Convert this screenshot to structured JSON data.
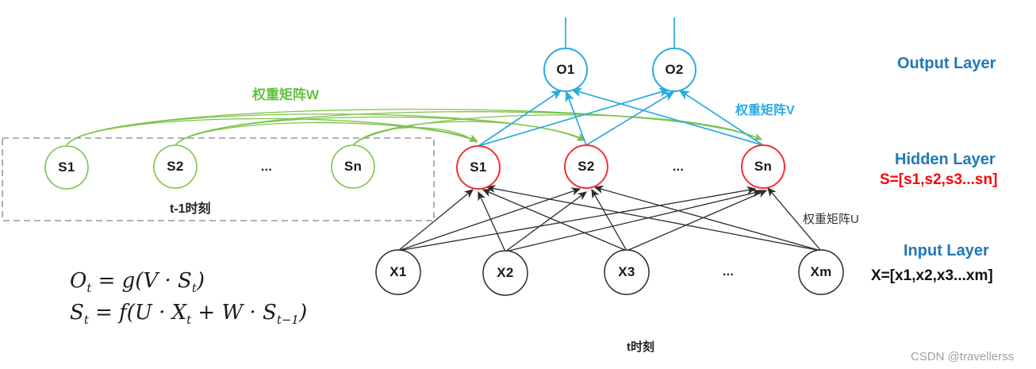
{
  "colors": {
    "green": "#7cc34b",
    "green-text": "#62c242",
    "blue": "#29abe2",
    "red": "#f53030",
    "red-text": "#fb0006",
    "steel": "#2278b5",
    "black-line": "#2b2b2b",
    "dash": "#9a9a9a"
  },
  "diagram": {
    "prev_box": {
      "label": "t-1时刻",
      "nodes": [
        {
          "label": "S1"
        },
        {
          "label": "S2"
        },
        {
          "label": "..."
        },
        {
          "label": "Sn"
        }
      ]
    },
    "hidden_nodes": [
      {
        "label": "S1"
      },
      {
        "label": "S2"
      },
      {
        "label": "..."
      },
      {
        "label": "Sn"
      }
    ],
    "output_nodes": [
      {
        "label": "O1"
      },
      {
        "label": "O2"
      }
    ],
    "input_nodes": [
      {
        "label": "X1"
      },
      {
        "label": "X2"
      },
      {
        "label": "X3"
      },
      {
        "label": "..."
      },
      {
        "label": "Xm"
      }
    ],
    "weights": {
      "w": "权重矩阵W",
      "v": "权重矩阵V",
      "u": "权重矩阵U"
    },
    "layer_labels": {
      "output": "Output Layer",
      "hidden": "Hidden Layer",
      "hidden_vector": "S=[s1,s2,s3...sn]",
      "input": "Input Layer",
      "input_vector": "X=[x1,x2,x3...xm]"
    },
    "time_label": "t时刻",
    "formula_o": {
      "p1": "O",
      "s1": "t",
      "p2": " = g(V · S",
      "s2": "t",
      "p3": ")"
    },
    "formula_s": {
      "p1": "S",
      "s1": "t",
      "p2": " = f(U · X",
      "s2": "t",
      "p3": " + W · S",
      "s3": "t−1",
      "p4": ")"
    }
  },
  "watermark": "CSDN @travellerss"
}
